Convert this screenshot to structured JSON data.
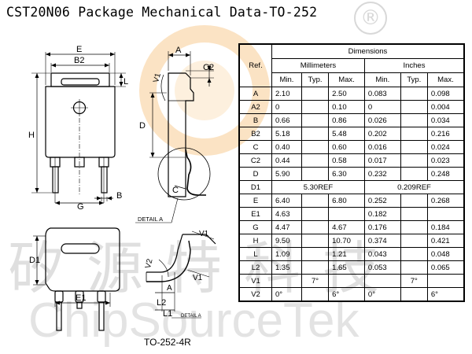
{
  "title": "CST20N06 Package Mechanical Data-TO-252",
  "caption": "TO-252-4R",
  "watermark": {
    "chinese": "矽源特科技",
    "english": "ChipSourceTek",
    "registered": "®"
  },
  "drawing_labels": {
    "E": "E",
    "B2": "B2",
    "L": "L",
    "H": "H",
    "B": "B",
    "G": "G",
    "A": "A",
    "C2": "C2",
    "V1": "V1",
    "D": "D",
    "C": "C",
    "detail_a": "DETAIL A",
    "D1": "D1",
    "E1": "E1",
    "V2": "V2",
    "L2": "L2",
    "L1": "L1",
    "A_small": "A"
  },
  "table": {
    "ref_header": "Ref.",
    "dimensions_header": "Dimensions",
    "millimeters_header": "Millimeters",
    "inches_header": "Inches",
    "sub_headers": [
      "Min.",
      "Typ.",
      "Max.",
      "Min.",
      "Typ.",
      "Max."
    ],
    "rows": [
      {
        "ref": "A",
        "mm": [
          "2.10",
          "",
          "2.50"
        ],
        "in": [
          "0.083",
          "",
          "0.098"
        ]
      },
      {
        "ref": "A2",
        "mm": [
          "0",
          "",
          "0.10"
        ],
        "in": [
          "0",
          "",
          "0.004"
        ]
      },
      {
        "ref": "B",
        "mm": [
          "0.66",
          "",
          "0.86"
        ],
        "in": [
          "0.026",
          "",
          "0.034"
        ]
      },
      {
        "ref": "B2",
        "mm": [
          "5.18",
          "",
          "5.48"
        ],
        "in": [
          "0.202",
          "",
          "0.216"
        ]
      },
      {
        "ref": "C",
        "mm": [
          "0.40",
          "",
          "0.60"
        ],
        "in": [
          "0.016",
          "",
          "0.024"
        ]
      },
      {
        "ref": "C2",
        "mm": [
          "0.44",
          "",
          "0.58"
        ],
        "in": [
          "0.017",
          "",
          "0.023"
        ]
      },
      {
        "ref": "D",
        "mm": [
          "5.90",
          "",
          "6.30"
        ],
        "in": [
          "0.232",
          "",
          "0.248"
        ]
      },
      {
        "ref": "D1",
        "mm_span": "5.30REF",
        "in_span": "0.209REF"
      },
      {
        "ref": "E",
        "mm": [
          "6.40",
          "",
          "6.80"
        ],
        "in": [
          "0.252",
          "",
          "0.268"
        ]
      },
      {
        "ref": "E1",
        "mm": [
          "4.63",
          "",
          ""
        ],
        "in": [
          "0.182",
          "",
          ""
        ]
      },
      {
        "ref": "G",
        "mm": [
          "4.47",
          "",
          "4.67"
        ],
        "in": [
          "0.176",
          "",
          "0.184"
        ]
      },
      {
        "ref": "H",
        "mm": [
          "9.50",
          "",
          "10.70"
        ],
        "in": [
          "0.374",
          "",
          "0.421"
        ]
      },
      {
        "ref": "L",
        "mm": [
          "1.09",
          "",
          "1.21"
        ],
        "in": [
          "0.043",
          "",
          "0.048"
        ]
      },
      {
        "ref": "L2",
        "mm": [
          "1.35",
          "",
          "1.65"
        ],
        "in": [
          "0.053",
          "",
          "0.065"
        ]
      },
      {
        "ref": "V1",
        "mm": [
          "",
          "7°",
          ""
        ],
        "in": [
          "",
          "7°",
          ""
        ]
      },
      {
        "ref": "V2",
        "mm": [
          "0°",
          "",
          "6°"
        ],
        "in": [
          "0°",
          "",
          "6°"
        ]
      }
    ]
  }
}
